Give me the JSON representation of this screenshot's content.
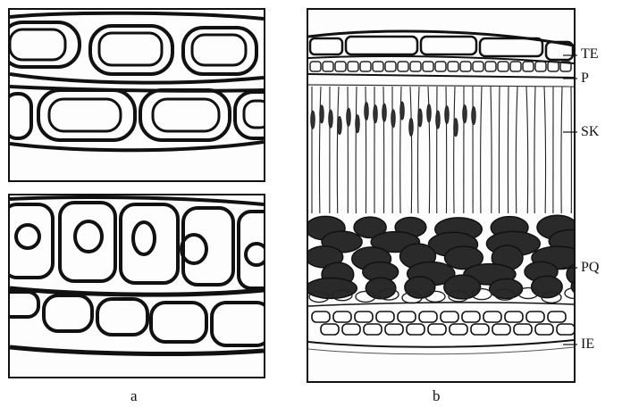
{
  "panels": {
    "a": {
      "caption": "a"
    },
    "b": {
      "caption": "b"
    }
  },
  "layer_labels": {
    "te": "TE",
    "p": "P",
    "sk": "SK",
    "pq": "PQ",
    "ie": "IE"
  }
}
